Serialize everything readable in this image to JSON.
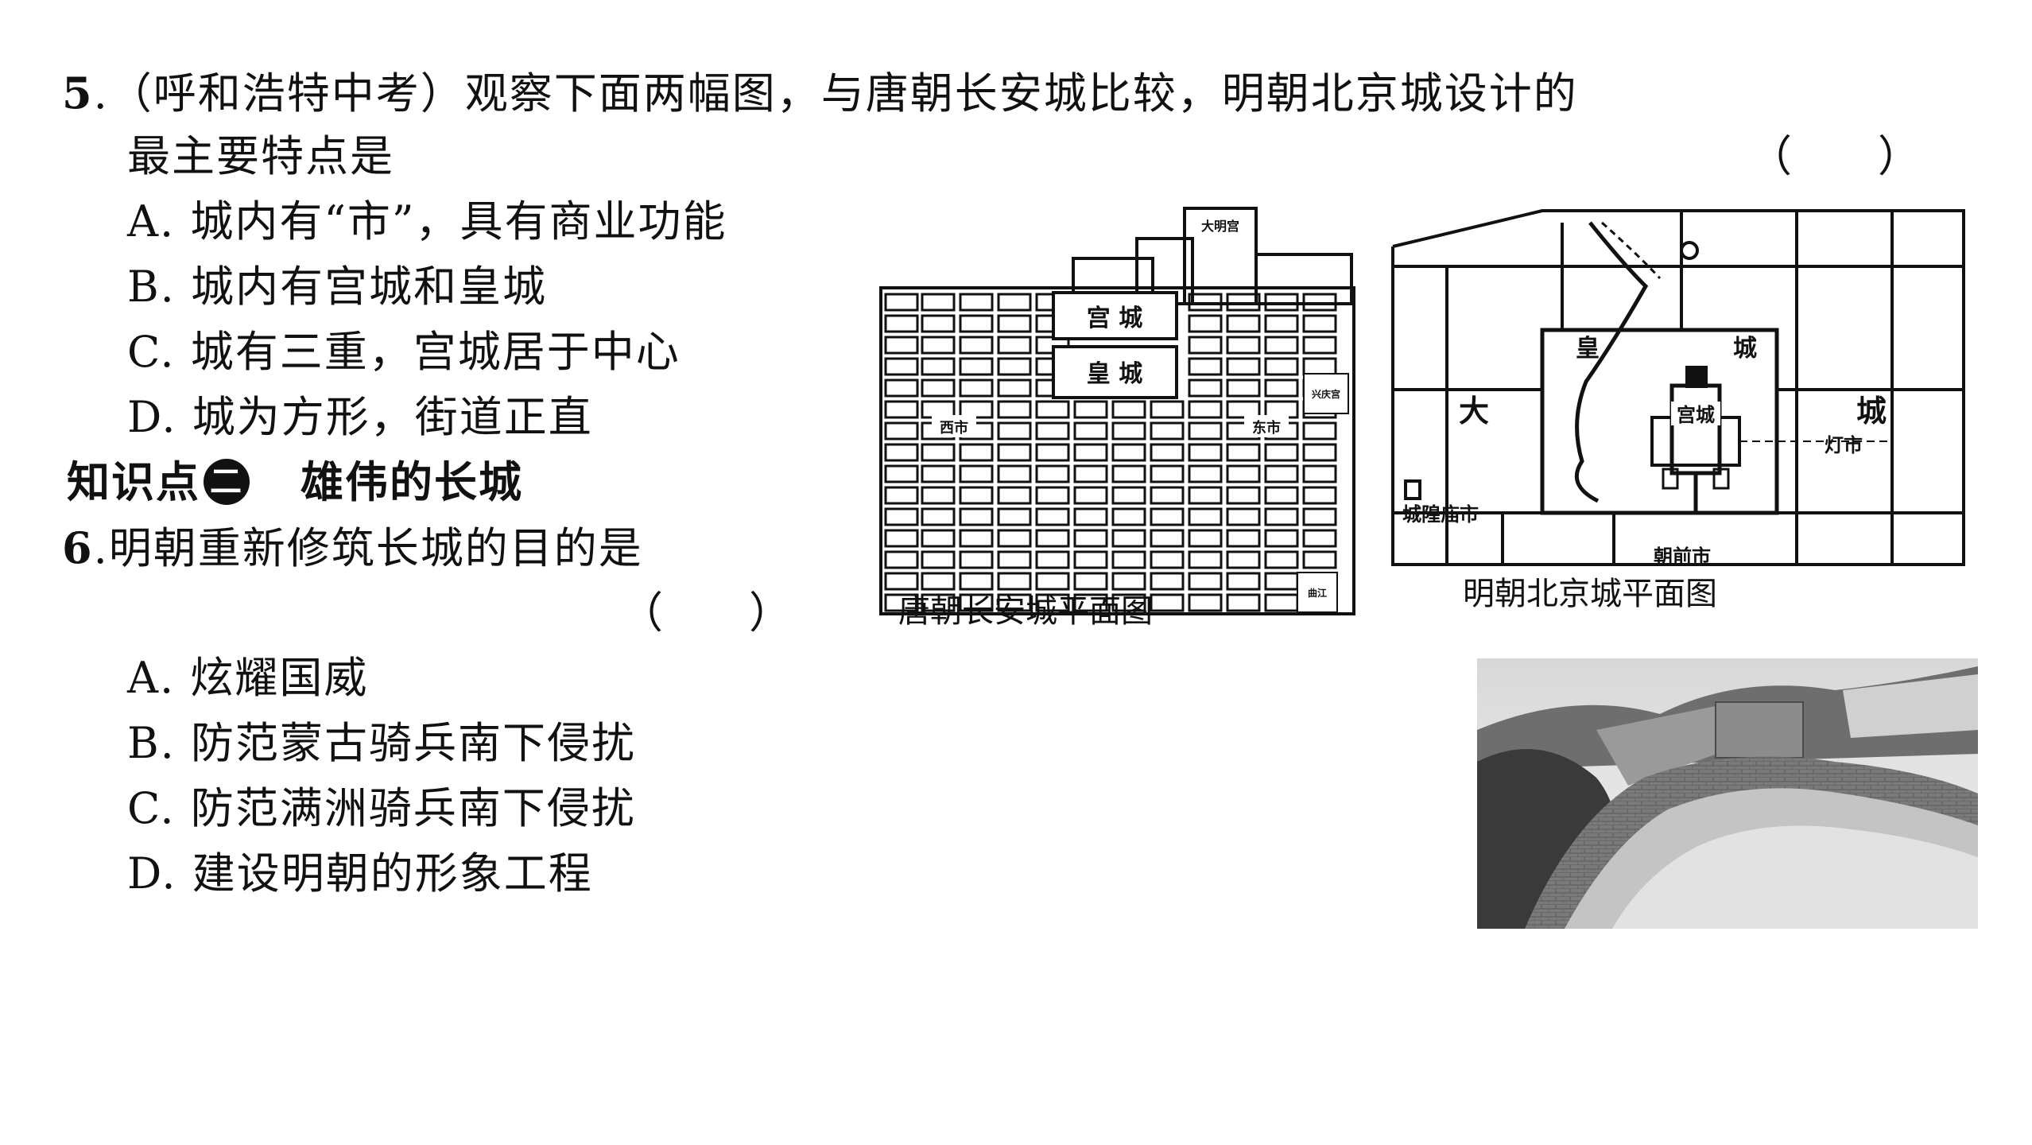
{
  "q5": {
    "number": "5",
    "stem_line1": ".（呼和浩特中考）观察下面两幅图，与唐朝长安城比较，明朝北京城设计的",
    "stem_line2": "最主要特点是",
    "paren": "（　　）",
    "options": [
      "A. 城内有“市”，具有商业功能",
      "B. 城内有宫城和皇城",
      "C. 城有三重，宫城居于中心",
      "D. 城为方形，街道正直"
    ]
  },
  "knowledge_point": {
    "label": "知识点",
    "num": "二",
    "title": "雄伟的长城"
  },
  "q6": {
    "number": "6",
    "stem": ".明朝重新修筑长城的目的是",
    "paren": "（　　）",
    "options": [
      "A. 炫耀国威",
      "B. 防范蒙古骑兵南下侵扰",
      "C. 防范满洲骑兵南下侵扰",
      "D. 建设明朝的形象工程"
    ]
  },
  "changan_map": {
    "caption": "唐朝长安城平面图",
    "labels": {
      "palace": "宫  城",
      "imperial": "皇  城",
      "west_market": "西市",
      "east_market": "东市",
      "daming": "大明宫",
      "xingqing": "兴庆宫",
      "qujiang": "曲江"
    }
  },
  "beijing_map": {
    "caption": "明朝北京城平面图",
    "labels": {
      "huang": "皇",
      "cheng": "城",
      "da": "大",
      "big_cheng": "城",
      "palace": "宫城",
      "lantern_market": "灯市",
      "temple_market": "城隍庙市",
      "front_market": "朝前市"
    }
  },
  "wall_photo": {
    "icon": "great-wall-photo"
  }
}
